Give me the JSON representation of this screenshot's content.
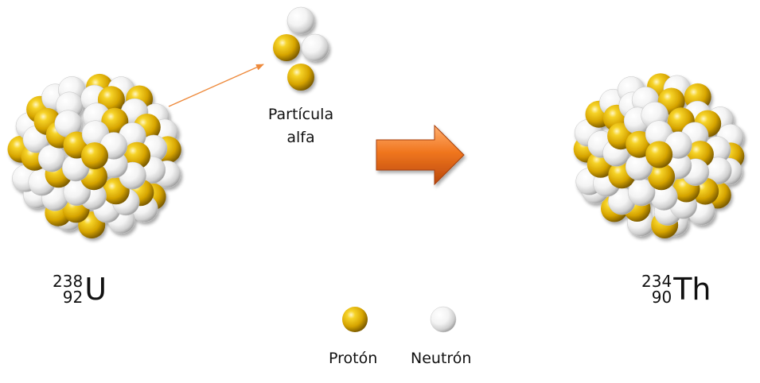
{
  "alpha_particle": {
    "label_line1": "Partícula",
    "label_line2": "alfa"
  },
  "parent": {
    "mass": "238",
    "atomic": "92",
    "symbol": "U"
  },
  "daughter": {
    "mass": "234",
    "atomic": "90",
    "symbol": "Th"
  },
  "legend": {
    "proton_label": "Protón",
    "neutron_label": "Neutrón"
  },
  "colors": {
    "proton": "#e0b400",
    "neutron": "#ffffff",
    "arrow_orange": "#e8731f",
    "emission_line": "#ee8a3c"
  }
}
